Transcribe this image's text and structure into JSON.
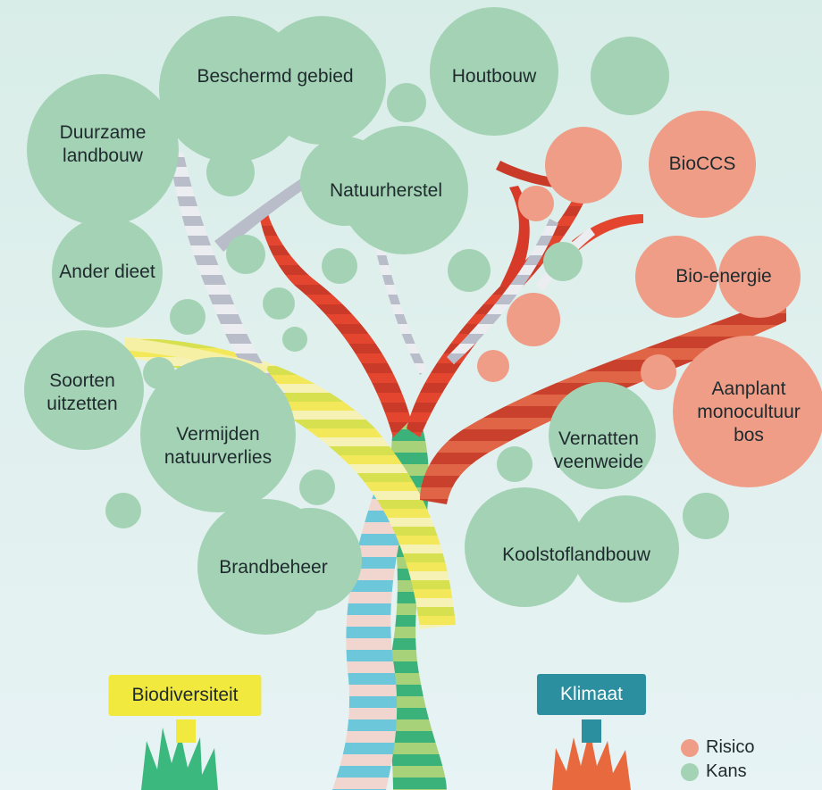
{
  "colors": {
    "background_top": "#d9ede8",
    "background_bottom": "#e7f3f4",
    "kans": "#a3d2b4",
    "risico": "#ef9d87",
    "sign_biodiversiteit": "#f2e93f",
    "sign_klimaat": "#2c8fa0",
    "grass_green": "#3ab87e",
    "grass_red": "#e8693e"
  },
  "kansen": {
    "duurzame_landbouw": "Duurzame\nlandbouw",
    "beschermd_gebied": "Beschermd gebied",
    "houtbouw": "Houtbouw",
    "natuurherstel": "Natuurherstel",
    "ander_dieet": "Ander dieet",
    "soorten_uitzetten": "Soorten\nuitzetten",
    "vermijden_natuurverlies": "Vermijden\nnatuurverlies",
    "brandbeheer": "Brandbeheer",
    "vernatten_veenweide": "Vernatten\nveenweide",
    "koolstoflandbouw": "Koolstoflandbouw"
  },
  "risicos": {
    "bioccs": "BioCCS",
    "bio_energie": "Bio-energie",
    "aanplant_monocultuur_bos": "Aanplant\nmonocultuur\nbos"
  },
  "signs": {
    "biodiversiteit": "Biodiversiteit",
    "klimaat": "Klimaat"
  },
  "legend": {
    "risico": "Risico",
    "kans": "Kans"
  }
}
